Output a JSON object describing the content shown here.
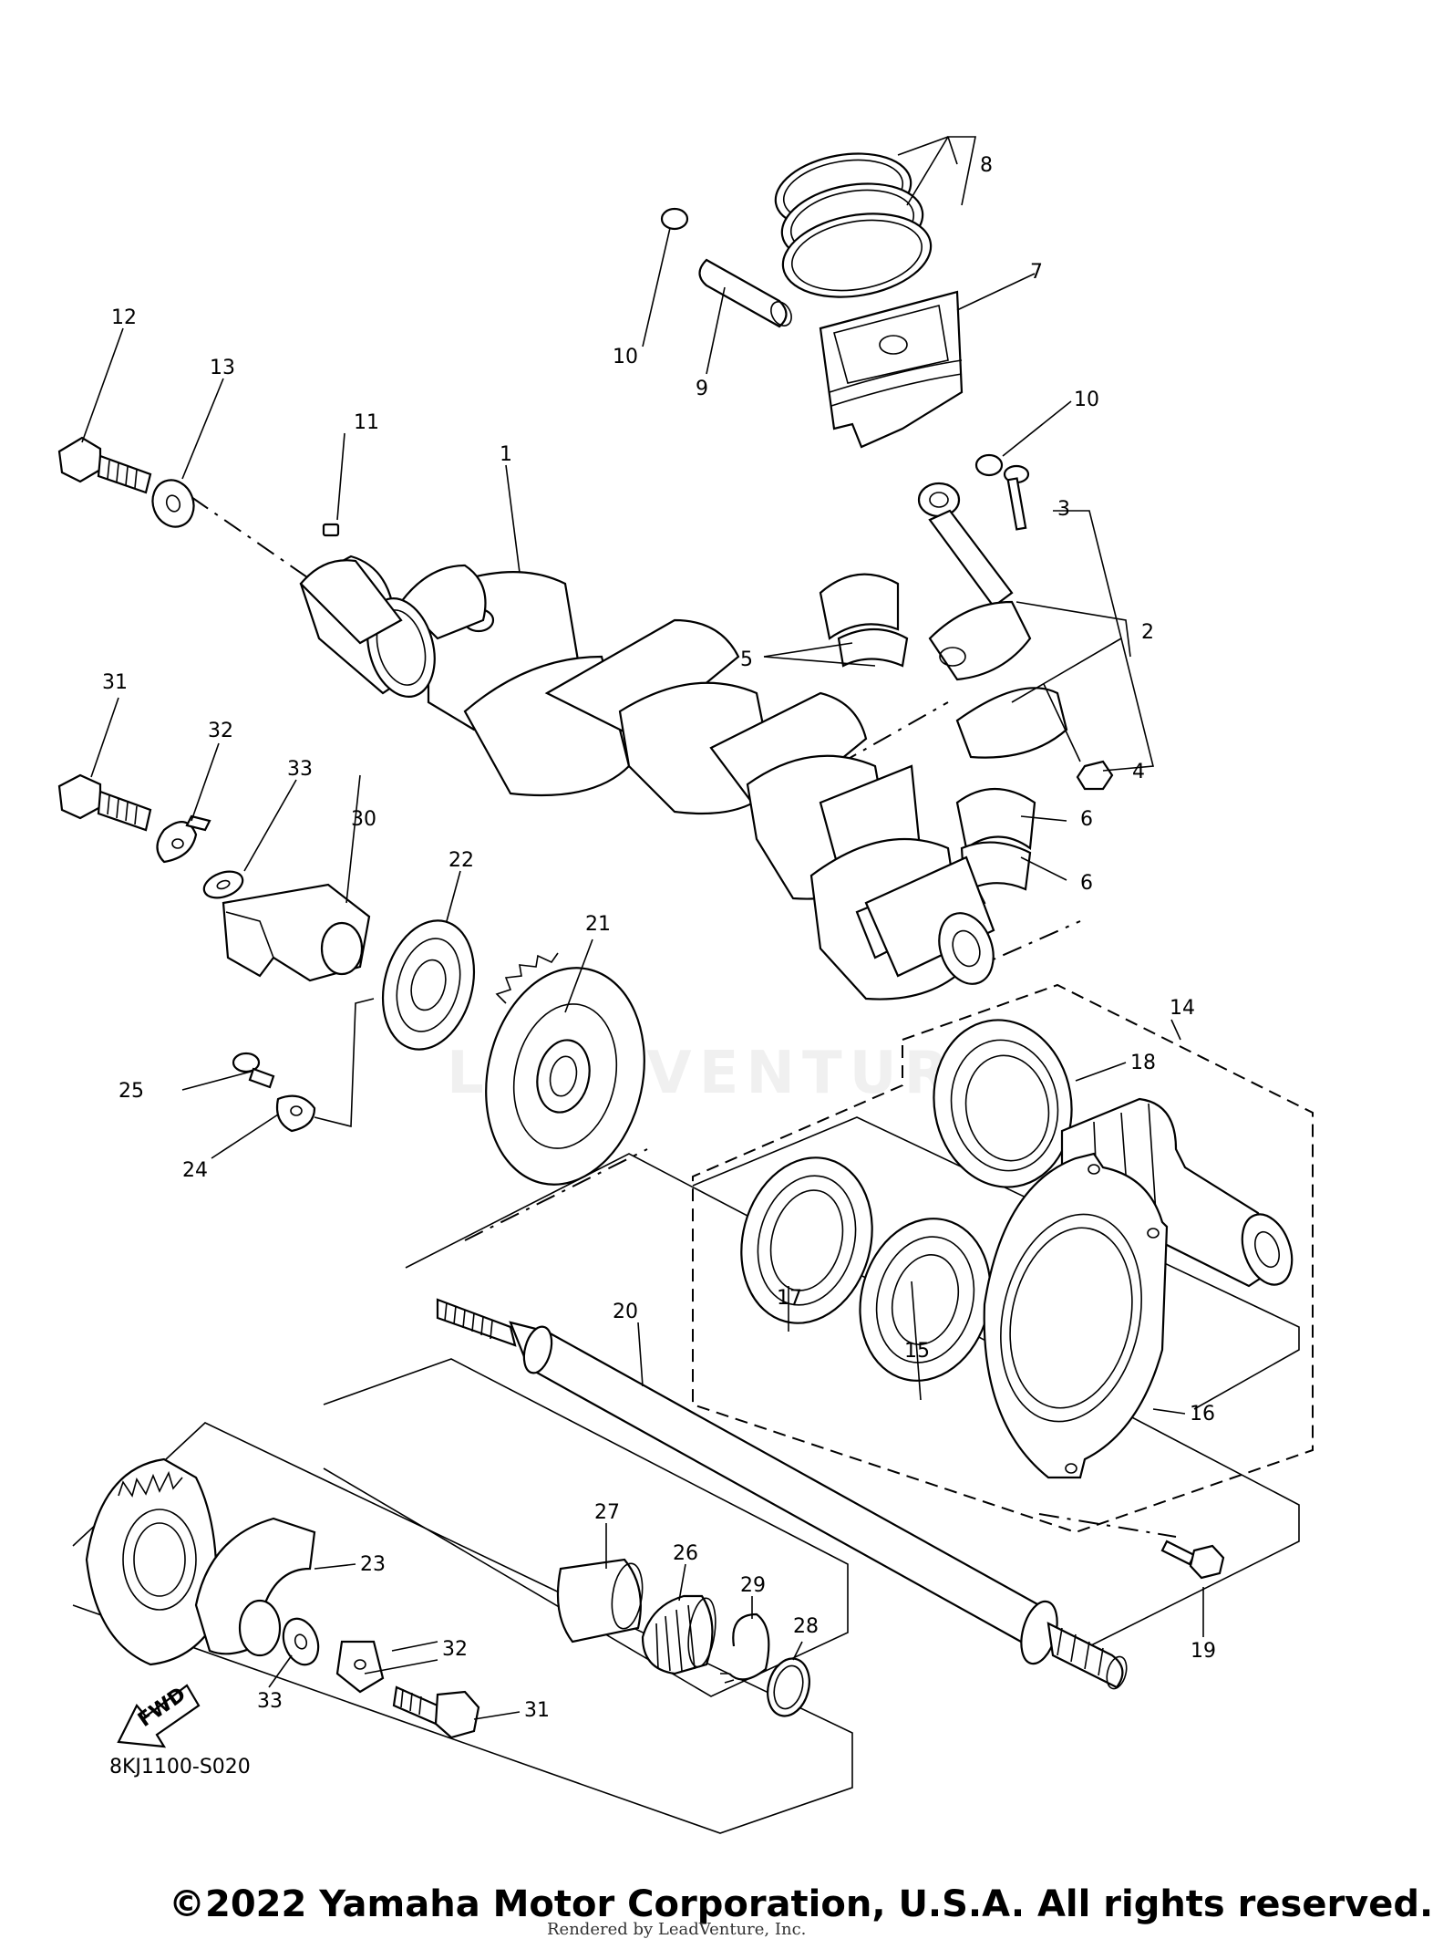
{
  "diagram": {
    "code": "8KJ1100-S020",
    "fwd_label": "FWD",
    "watermark": "LEADVENTURE",
    "copyright": "©2022 Yamaha Motor Corporation, U.S.A. All rights reserved.",
    "rendered_by": "Rendered by LeadVenture, Inc.",
    "callouts": [
      "1",
      "2",
      "3",
      "4",
      "5",
      "6",
      "6",
      "7",
      "8",
      "9",
      "10",
      "10",
      "11",
      "12",
      "13",
      "14",
      "15",
      "16",
      "17",
      "18",
      "19",
      "20",
      "21",
      "22",
      "23",
      "24",
      "25",
      "26",
      "27",
      "28",
      "29",
      "30",
      "31",
      "31",
      "32",
      "32",
      "33",
      "33"
    ]
  }
}
